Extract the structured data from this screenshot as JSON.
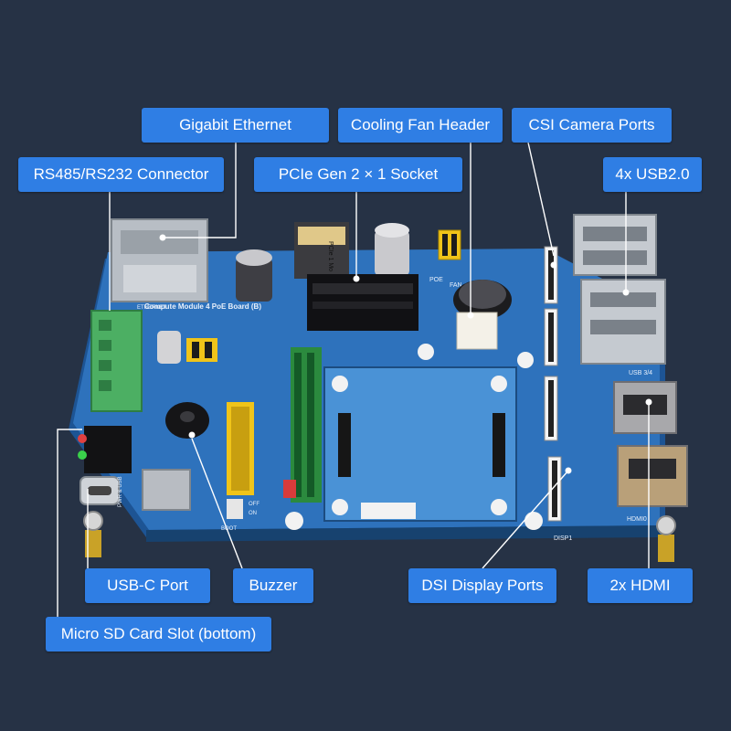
{
  "callouts": {
    "gigabit_ethernet": "Gigabit Ethernet",
    "rs485_rs232": "RS485/RS232 Connector",
    "cooling_fan": "Cooling Fan Header",
    "pcie": "PCIe Gen 2 × 1 Socket",
    "csi_camera": "CSI Camera Ports",
    "usb20": "4x USB2.0",
    "usb_c": "USB-C Port",
    "buzzer": "Buzzer",
    "dsi_display": "DSI Display Ports",
    "hdmi": "2x HDMI",
    "micro_sd": "Micro SD Card Slot (bottom)"
  },
  "board": {
    "title": "Compute Module 4 PoE Board (B)",
    "ethernet_label": "ETHERNET",
    "pcie_label": "PCIe 1 Mo",
    "poe_label": "POE",
    "fan_label": "FAN",
    "usb34_label": "USB 3/4",
    "hdmi0_label": "HDMI0",
    "disp1_label": "DISP1",
    "boot_label": "BOOT",
    "off_label": "OFF",
    "on_label": "ON",
    "pwr_usb_label": "PWR & USB"
  },
  "colors": {
    "background": "#263245",
    "callout": "#2f7ee4",
    "board": "#2e72bc",
    "board_edge": "#1d5494"
  }
}
